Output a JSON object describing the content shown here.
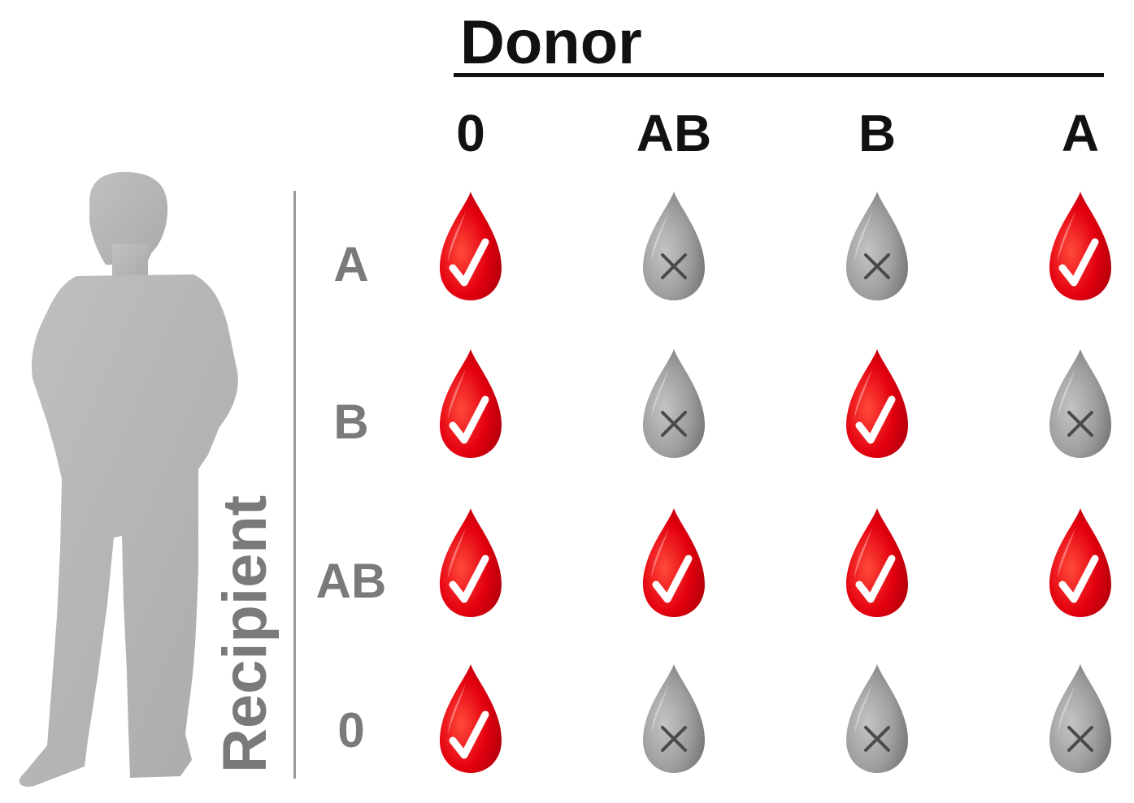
{
  "title": "Donor",
  "axis_label": "Recipient",
  "donor_types": [
    "0",
    "AB",
    "B",
    "A"
  ],
  "recipient_types": [
    "A",
    "B",
    "AB",
    "0"
  ],
  "compatibility": [
    [
      true,
      false,
      false,
      true
    ],
    [
      true,
      false,
      true,
      false
    ],
    [
      true,
      true,
      true,
      true
    ],
    [
      true,
      false,
      false,
      false
    ]
  ],
  "colors": {
    "compatible": "#e3000f",
    "incompatible": "#9a9a9a",
    "silhouette": "#b4b6b4",
    "title": "#111111",
    "recipient_text": "#7a7a7a"
  },
  "icons": {
    "compatible": "check-icon",
    "incompatible": "cross-icon",
    "figure": "person-silhouette-icon"
  }
}
